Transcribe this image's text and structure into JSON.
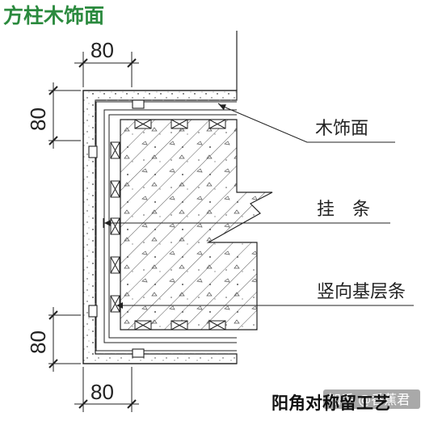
{
  "title": "方柱木饰面",
  "dimensions": {
    "top": "80",
    "bottom": "80",
    "left_top": "80",
    "left_bottom": "80"
  },
  "labels": {
    "wood_veneer": "木饰面",
    "hanging_strip": "挂　条",
    "vertical_base": "竖向基层条"
  },
  "caption": "阳角对称留工艺",
  "watermark": "知乎 @香蕉君",
  "colors": {
    "title": "#2b8a3e",
    "line": "#222222",
    "watermark_bg": "#9a9a9a"
  }
}
